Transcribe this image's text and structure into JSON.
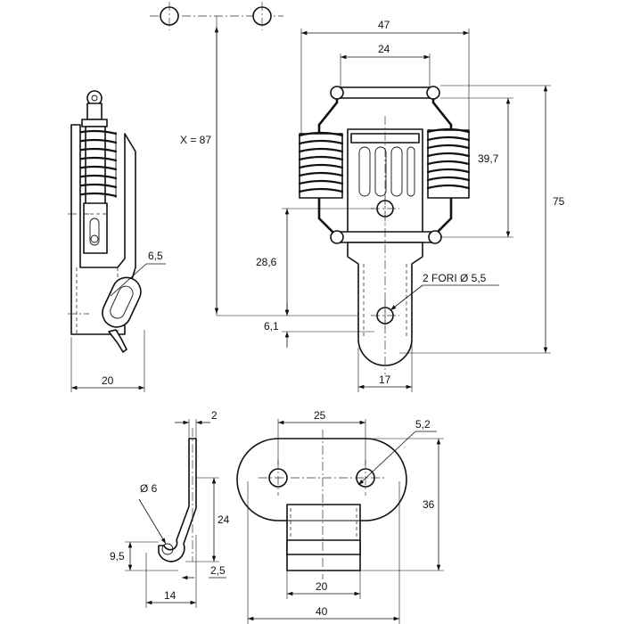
{
  "dimensions": {
    "top_width": "47",
    "pin_width": "24",
    "spring_span": "39,7",
    "total_height": "75",
    "center_distance": "X = 87",
    "hole_to_axis": "28,6",
    "hole_to_end": "6,1",
    "holes_callout": "2 FORI Ø 5,5",
    "tongue_width": "17",
    "side_width": "20",
    "slot_width": "6,5",
    "thickness": "2",
    "hook_diameter": "Ø 6",
    "hook_height": "24",
    "hook_offset": "9,5",
    "hook_tip": "2,5",
    "hook_width": "14",
    "plate_hole_spacing": "25",
    "plate_hole_diameter": "5,2",
    "plate_height": "36",
    "plate_inner_width": "20",
    "plate_width": "40"
  }
}
